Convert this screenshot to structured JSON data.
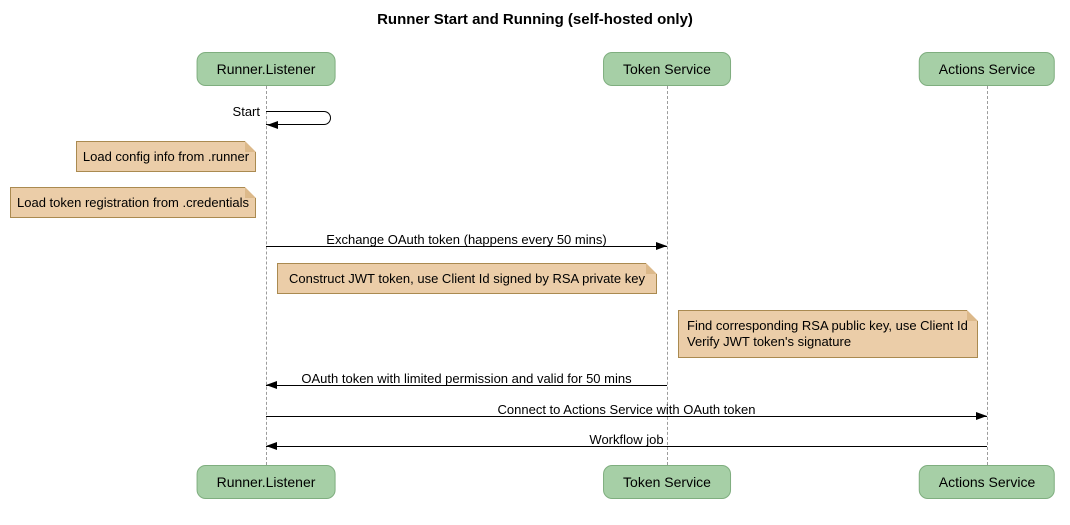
{
  "title": "Runner Start and Running (self-hosted only)",
  "diagram_type": "sequence",
  "participants": [
    {
      "label": "Runner.Listener"
    },
    {
      "label": "Token Service"
    },
    {
      "label": "Actions Service"
    }
  ],
  "messages": [
    {
      "label": "Start",
      "from": "Runner.Listener",
      "to": "Runner.Listener",
      "style": "self"
    },
    {
      "label": "Exchange OAuth token (happens every 50 mins)",
      "from": "Runner.Listener",
      "to": "Token Service",
      "style": "solid-arrow"
    },
    {
      "label": "OAuth token with limited permission and valid for 50 mins",
      "from": "Token Service",
      "to": "Runner.Listener",
      "style": "solid-arrow"
    },
    {
      "label": "Connect to Actions Service with OAuth token",
      "from": "Runner.Listener",
      "to": "Actions Service",
      "style": "solid-arrow"
    },
    {
      "label": "Workflow job",
      "from": "Actions Service",
      "to": "Runner.Listener",
      "style": "solid-arrow"
    }
  ],
  "notes": [
    {
      "text": "Load config info from .runner",
      "position": "left of Runner.Listener"
    },
    {
      "text": "Load token registration from .credentials",
      "position": "left of Runner.Listener"
    },
    {
      "text": "Construct JWT token, use Client Id signed by RSA private key",
      "position": "between Runner.Listener and Token Service"
    },
    {
      "lines": [
        "Find corresponding RSA public key, use Client Id",
        "Verify JWT token's signature"
      ],
      "position": "left of Actions Service"
    }
  ],
  "colors": {
    "participant_fill": "#a6cfa6",
    "participant_border": "#7fae7f",
    "note_fill": "#ebcda8",
    "note_border": "#aa8a50",
    "lifeline": "#9c9c9c",
    "arrow": "#000000",
    "background": "#ffffff"
  }
}
